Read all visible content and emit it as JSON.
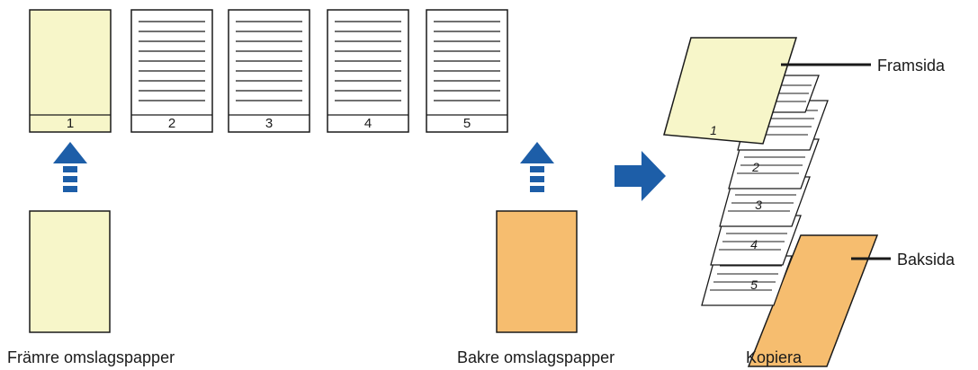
{
  "source_pages": [
    "1",
    "2",
    "3",
    "4",
    "5"
  ],
  "labels": {
    "front_cover_paper": "Främre omslagspapper",
    "back_cover_paper": "Bakre omslagspapper",
    "copy": "Kopiera",
    "front_side": "Framsida",
    "back_side": "Baksida"
  },
  "output_pages": [
    "1",
    "2",
    "3",
    "4",
    "5"
  ],
  "colors": {
    "front_cover": "#f7f6c9",
    "back_cover": "#f6bd6f",
    "arrow": "#1d5ea8",
    "page": "#ffffff",
    "stroke": "#1a1a1a"
  },
  "icons": {
    "up_arrow": "dashed-up-arrow-icon",
    "right_arrow": "right-arrow-icon"
  }
}
